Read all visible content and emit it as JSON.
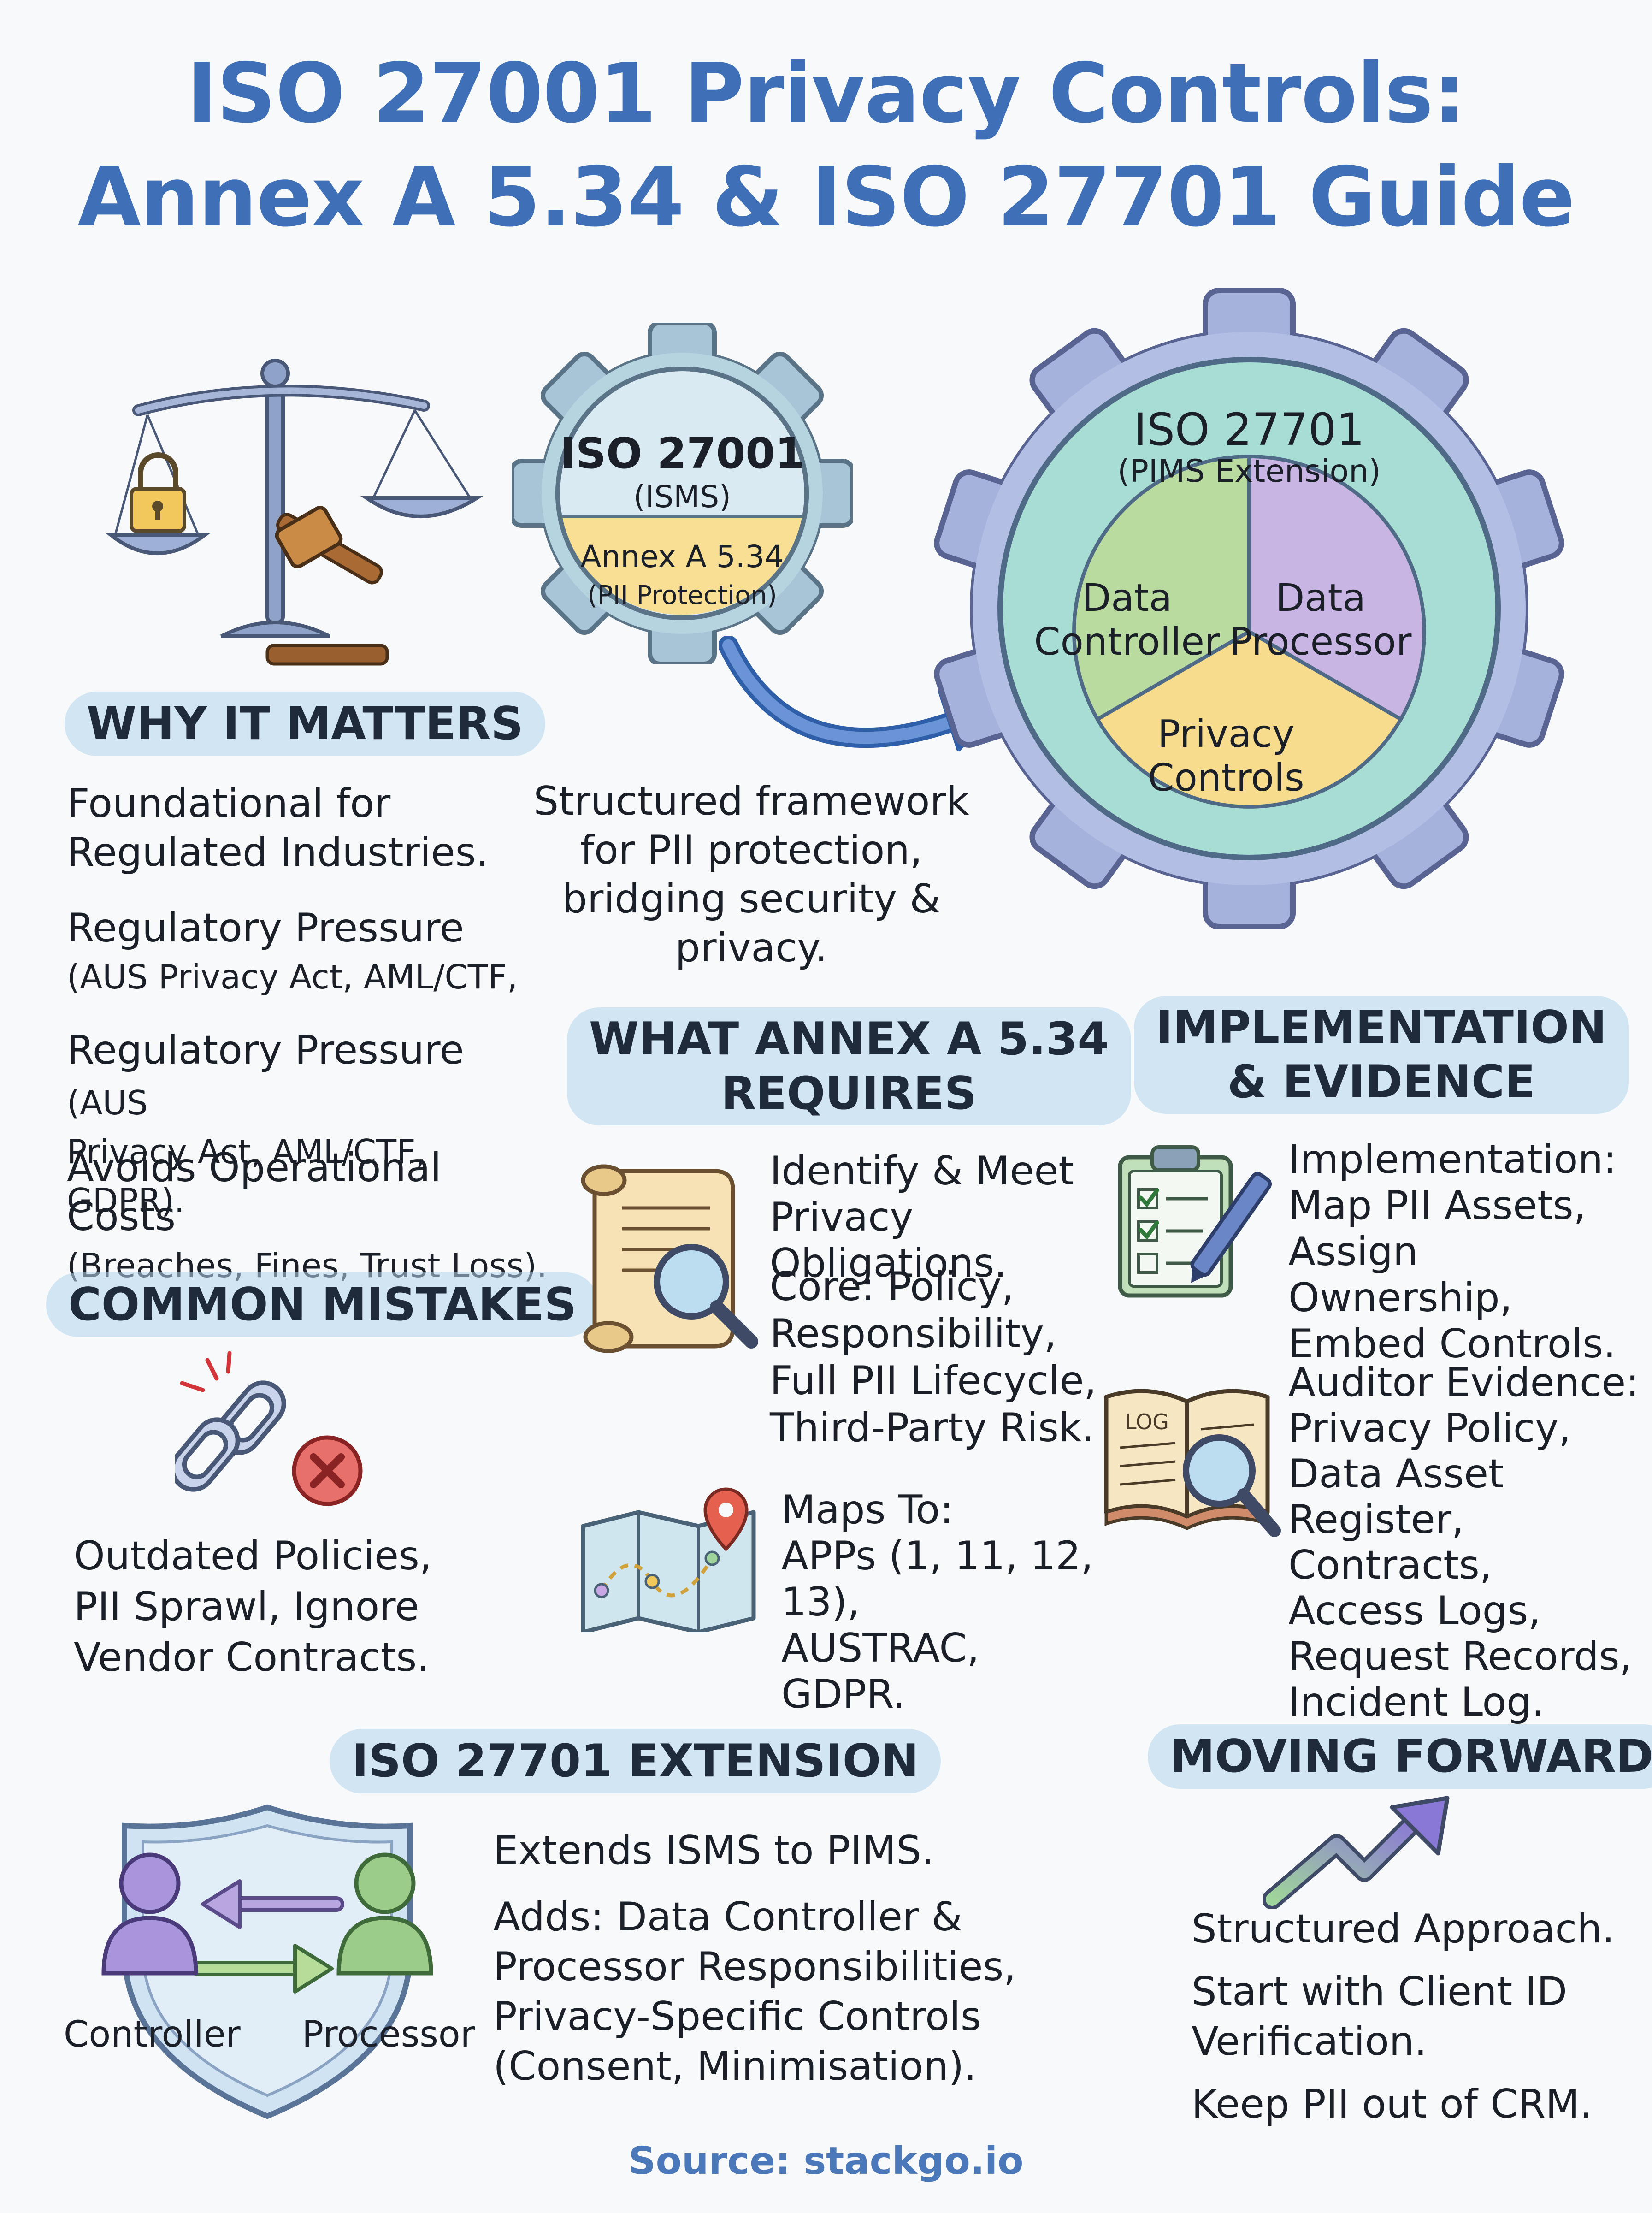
{
  "title": {
    "line1": "ISO 27001 Privacy Controls:",
    "line2": "Annex A 5.34 & ISO 27701 Guide"
  },
  "gear_small": {
    "title": "ISO 27001",
    "subtitle": "(ISMS)",
    "annex": "Annex A 5.34",
    "annex_sub": "(PII Protection)"
  },
  "gear_large": {
    "title": "ISO 27701",
    "subtitle": "(PIMS Extension)",
    "seg_controller_1": "Data",
    "seg_controller_2": "Controller",
    "seg_processor_1": "Data",
    "seg_processor_2": "Processor",
    "seg_privacy_1": "Privacy",
    "seg_privacy_2": "Controls",
    "colors": {
      "controller": "#b9dba0",
      "processor": "#c9b5e3",
      "privacy": "#f6dc8c"
    }
  },
  "framework_caption": {
    "line1": "Structured framework",
    "line2": "for PII protection,",
    "line3": "bridging security & privacy."
  },
  "why_it_matters": {
    "heading": "WHY IT MATTERS",
    "item1_line1": "Foundational for",
    "item1_line2": "Regulated Industries.",
    "item2_line1": "Regulatory Pressure",
    "item2_line2": "(AUS Privacy Act, AML/CTF,",
    "item3_main": "Regulatory Pressure",
    "item3_small1": " (AUS",
    "item3_small2": "Privacy Act, AML/CTF, GDPR).",
    "item4_line1": "Avoids Operational Costs",
    "item4_line2": "(Breaches, Fines, Trust Loss)."
  },
  "common_mistakes": {
    "heading": "COMMON MISTAKES",
    "line1": "Outdated Policies,",
    "line2": "PII Sprawl, Ignore",
    "line3": "Vendor Contracts."
  },
  "annex_requires": {
    "heading_line1": "WHAT ANNEX A 5.34",
    "heading_line2": "REQUIRES",
    "item1_line1": "Identify & Meet",
    "item1_line2": "Privacy Obligations.",
    "item2_line1": "Core: Policy,",
    "item2_line2": "Responsibility,",
    "item2_line3": "Full PII Lifecycle,",
    "item2_line4": "Third-Party Risk.",
    "maps_line1": "Maps To:",
    "maps_line2": "APPs (1, 11, 12, 13),",
    "maps_line3": "AUSTRAC,",
    "maps_line4": "GDPR."
  },
  "implementation": {
    "heading_line1": "IMPLEMENTATION",
    "heading_line2": "& EVIDENCE",
    "impl_line1": "Implementation:",
    "impl_line2": "Map PII Assets,",
    "impl_line3": "Assign Ownership,",
    "impl_line4": "Embed Controls.",
    "ev_line1": "Auditor Evidence:",
    "ev_line2": "Privacy Policy,",
    "ev_line3": "Data Asset",
    "ev_line4": "Register, Contracts,",
    "ev_line5": "Access Logs,",
    "ev_line6": "Request Records,",
    "ev_line7": "Incident Log.",
    "log_label": "LOG"
  },
  "extension": {
    "heading": "ISO 27701 EXTENSION",
    "controller_label": "Controller",
    "processor_label": "Processor",
    "line1": "Extends ISMS to PIMS.",
    "line2": "Adds: Data Controller &",
    "line3": "Processor Responsibilities,",
    "line4": "Privacy-Specific Controls",
    "line5": "(Consent, Minimisation)."
  },
  "moving_forward": {
    "heading": "MOVING FORWARD",
    "line1": "Structured Approach.",
    "line2": "Start with Client ID",
    "line3": "Verification.",
    "line4": "Keep PII out of CRM."
  },
  "source": "Source: stackgo.io"
}
